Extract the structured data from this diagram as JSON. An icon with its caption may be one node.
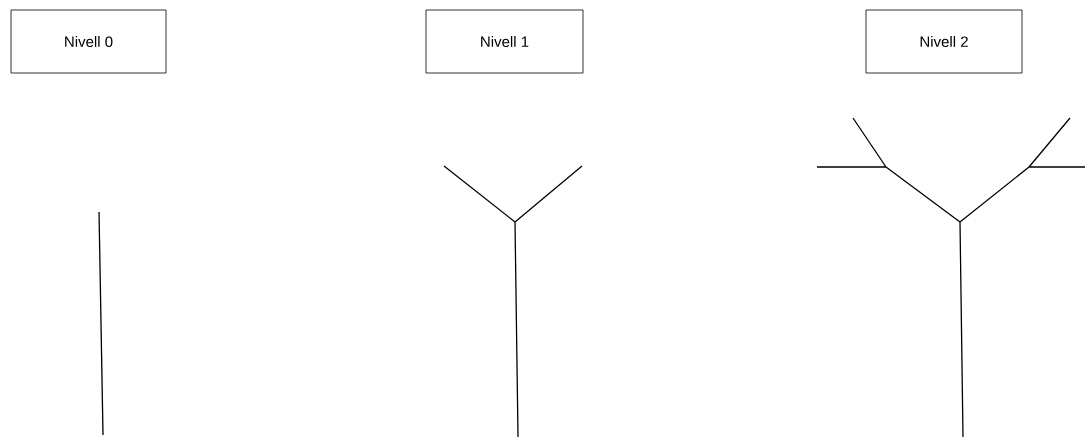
{
  "diagram": {
    "nodes": [
      {
        "text": [
          "Nivell 0"
        ]
      },
      {
        "text": [
          "Nivell 1"
        ]
      },
      {
        "text": [
          "Nivell 2"
        ]
      }
    ]
  }
}
